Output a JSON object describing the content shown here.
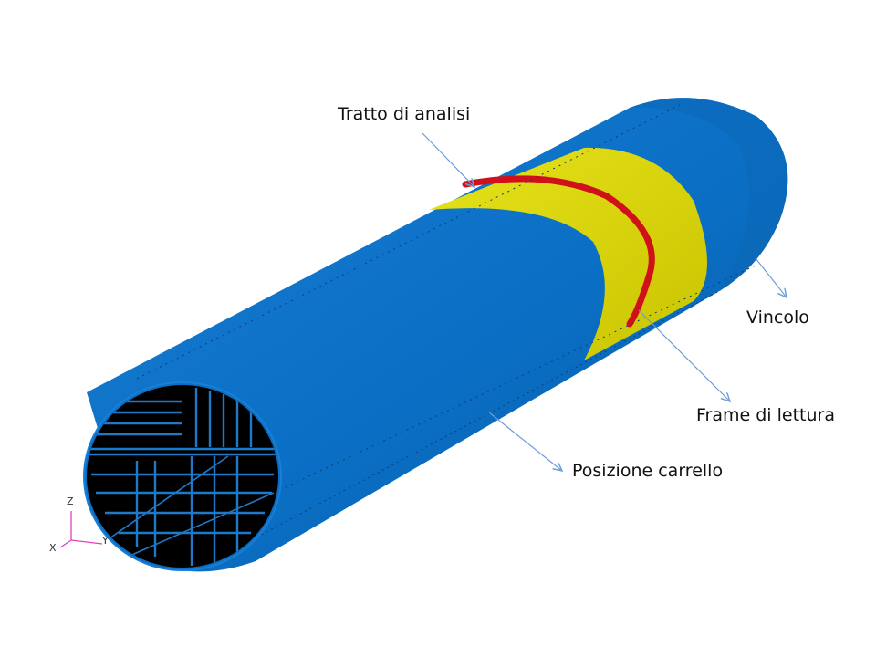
{
  "labels": {
    "analysis_section": "Tratto di analisi",
    "constraint": "Vincolo",
    "reading_frame": "Frame di lettura",
    "carriage_position": "Posizione  carrello"
  },
  "axes": {
    "z": "Z",
    "y": "Y",
    "x": "X"
  },
  "colors": {
    "fuselage": "#0a6fc4",
    "fuselage_dark": "#0a5aa3",
    "highlight_band": "#d9d500",
    "reading_frame": "#d0101a",
    "arrow": "#6b9fd8",
    "axis": "#e040c0"
  }
}
